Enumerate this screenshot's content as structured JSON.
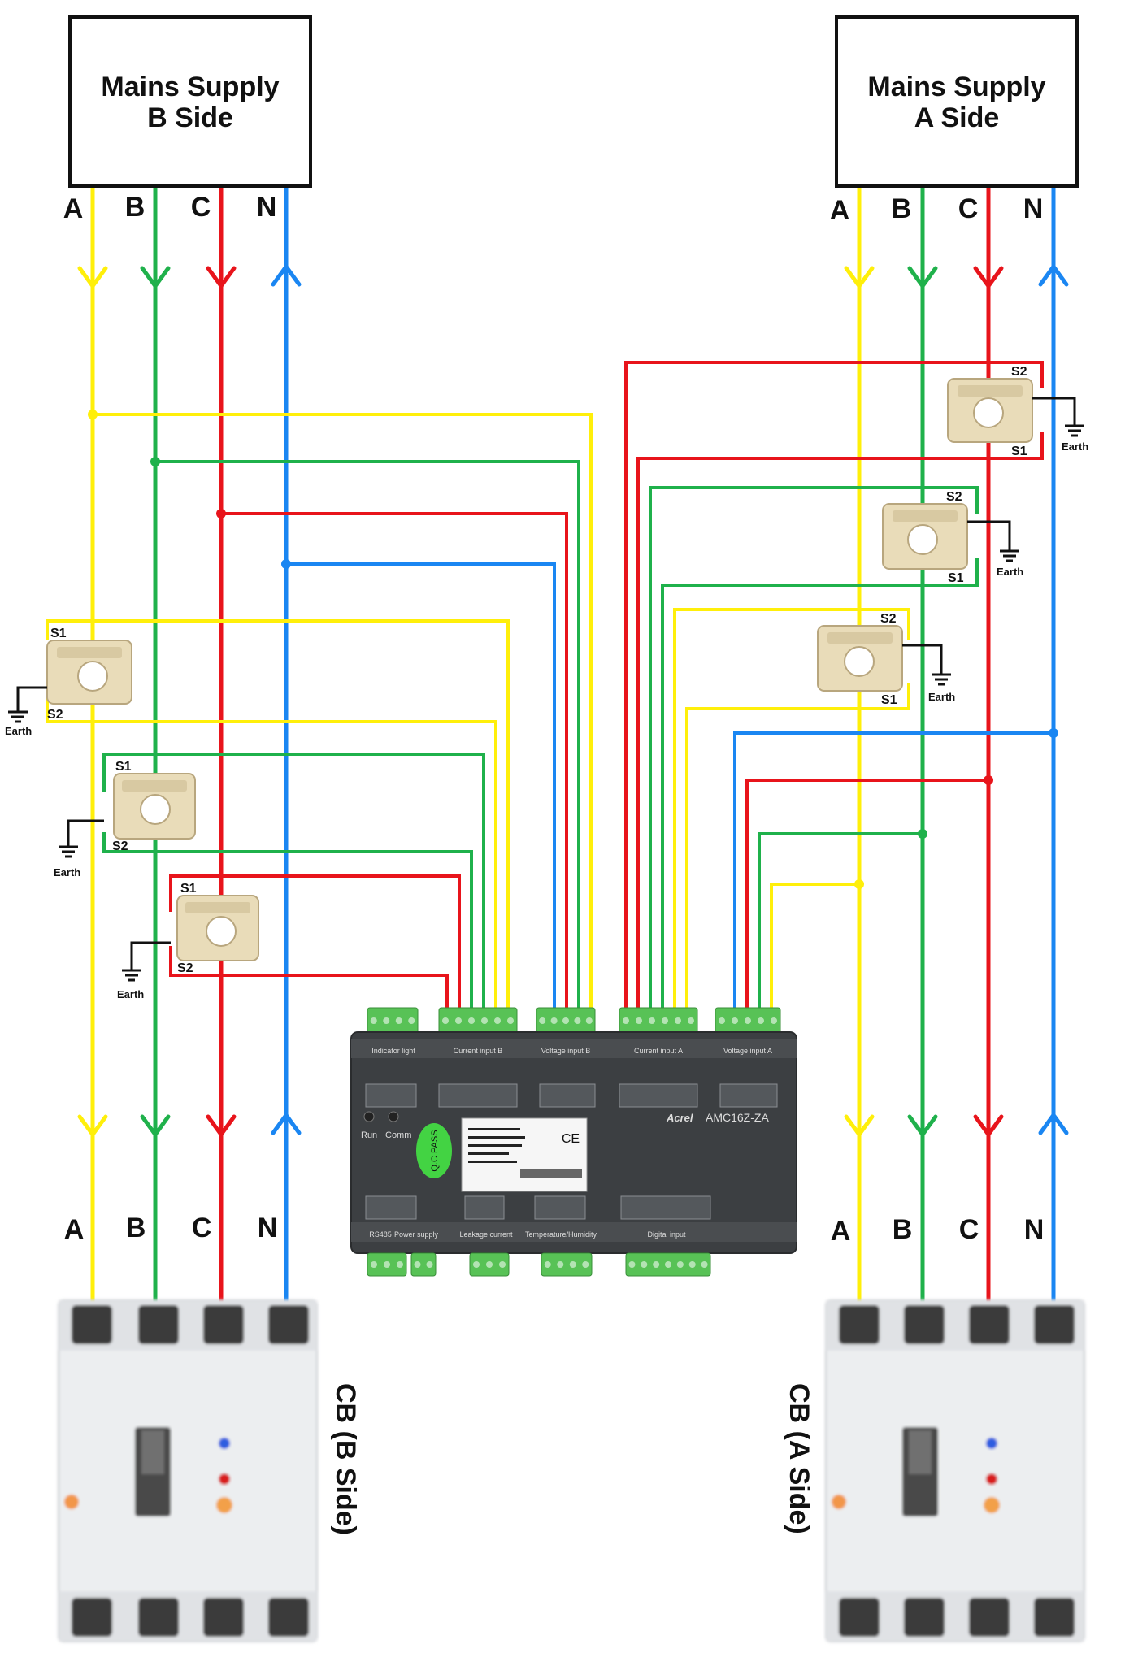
{
  "colors": {
    "phase_a": "#ffef0a",
    "phase_b": "#1fb14b",
    "phase_c": "#e8141b",
    "neutral": "#1a86f2",
    "ct_body": "#e9dcb9",
    "meter_body": "#3c3f42",
    "terminal_green": "#58c256",
    "breaker_body": "#eceef0"
  },
  "supplies": {
    "b_side": {
      "line1": "Mains Supply",
      "line2": "B Side"
    },
    "a_side": {
      "line1": "Mains Supply",
      "line2": "A Side"
    }
  },
  "phase_labels": {
    "a": "A",
    "b": "B",
    "c": "C",
    "n": "N"
  },
  "ct_labels": {
    "s1": "S1",
    "s2": "S2",
    "earth": "Earth"
  },
  "breakers": {
    "b_side": "CB (B Side)",
    "a_side": "CB (A Side)"
  },
  "meter": {
    "model": "AMC16Z-ZA",
    "brand": "Acrel",
    "qc_pass": "Q.C PASS",
    "ce_mark": "CE",
    "run_label": "Run",
    "comm_label": "Comm",
    "top_group_labels": [
      "Indicator light",
      "Current input B",
      "Voltage input B",
      "Current input A",
      "Voltage input A"
    ],
    "bottom_group_labels": [
      "RS485",
      "Power supply",
      "Leakage current",
      "Temperature/Humidity",
      "Digital input"
    ]
  }
}
